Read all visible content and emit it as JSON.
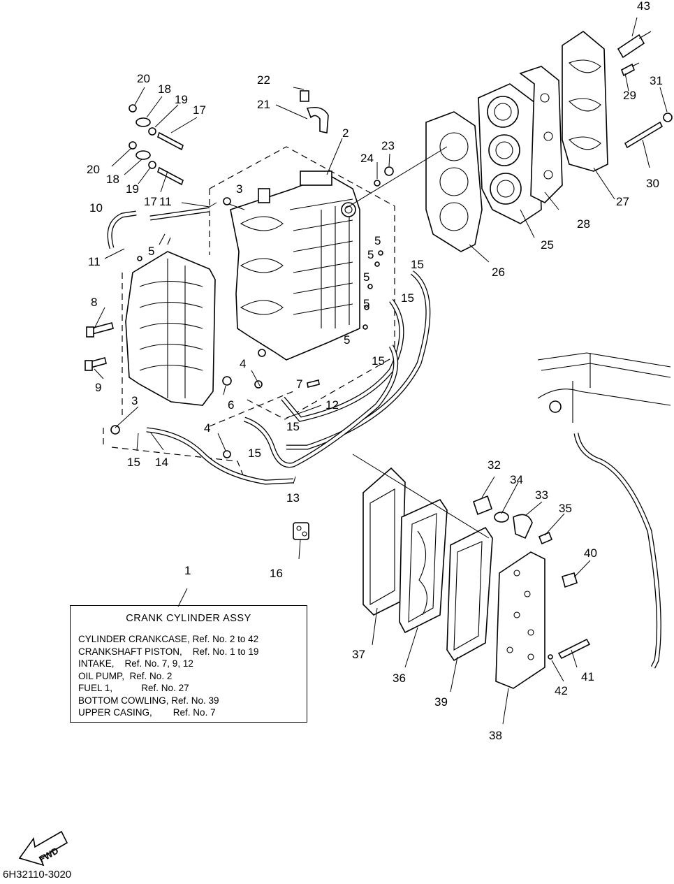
{
  "callouts": [
    {
      "id": "1",
      "label": "1"
    },
    {
      "id": "2",
      "label": "2"
    },
    {
      "id": "3a",
      "label": "3"
    },
    {
      "id": "3b",
      "label": "3"
    },
    {
      "id": "4a",
      "label": "4"
    },
    {
      "id": "4b",
      "label": "4"
    },
    {
      "id": "5a",
      "label": "5"
    },
    {
      "id": "5b",
      "label": "5"
    },
    {
      "id": "5c",
      "label": "5"
    },
    {
      "id": "5d",
      "label": "5"
    },
    {
      "id": "5e",
      "label": "5"
    },
    {
      "id": "5f",
      "label": "5"
    },
    {
      "id": "6",
      "label": "6"
    },
    {
      "id": "7",
      "label": "7"
    },
    {
      "id": "8",
      "label": "8"
    },
    {
      "id": "9",
      "label": "9"
    },
    {
      "id": "10",
      "label": "10"
    },
    {
      "id": "11a",
      "label": "11"
    },
    {
      "id": "11b",
      "label": "11"
    },
    {
      "id": "12",
      "label": "12"
    },
    {
      "id": "13",
      "label": "13"
    },
    {
      "id": "14",
      "label": "14"
    },
    {
      "id": "15a",
      "label": "15"
    },
    {
      "id": "15b",
      "label": "15"
    },
    {
      "id": "15c",
      "label": "15"
    },
    {
      "id": "15d",
      "label": "15"
    },
    {
      "id": "15e",
      "label": "15"
    },
    {
      "id": "15f",
      "label": "15"
    },
    {
      "id": "16",
      "label": "16"
    },
    {
      "id": "17a",
      "label": "17"
    },
    {
      "id": "17b",
      "label": "17"
    },
    {
      "id": "18a",
      "label": "18"
    },
    {
      "id": "18b",
      "label": "18"
    },
    {
      "id": "19a",
      "label": "19"
    },
    {
      "id": "19b",
      "label": "19"
    },
    {
      "id": "20a",
      "label": "20"
    },
    {
      "id": "20b",
      "label": "20"
    },
    {
      "id": "21",
      "label": "21"
    },
    {
      "id": "22",
      "label": "22"
    },
    {
      "id": "23",
      "label": "23"
    },
    {
      "id": "24",
      "label": "24"
    },
    {
      "id": "25",
      "label": "25"
    },
    {
      "id": "26",
      "label": "26"
    },
    {
      "id": "27",
      "label": "27"
    },
    {
      "id": "28",
      "label": "28"
    },
    {
      "id": "29",
      "label": "29"
    },
    {
      "id": "30",
      "label": "30"
    },
    {
      "id": "31",
      "label": "31"
    },
    {
      "id": "32",
      "label": "32"
    },
    {
      "id": "33",
      "label": "33"
    },
    {
      "id": "34",
      "label": "34"
    },
    {
      "id": "35",
      "label": "35"
    },
    {
      "id": "36",
      "label": "36"
    },
    {
      "id": "37",
      "label": "37"
    },
    {
      "id": "38",
      "label": "38"
    },
    {
      "id": "39",
      "label": "39"
    },
    {
      "id": "40",
      "label": "40"
    },
    {
      "id": "41",
      "label": "41"
    },
    {
      "id": "42",
      "label": "42"
    },
    {
      "id": "43",
      "label": "43"
    }
  ],
  "legend": {
    "title": "CRANK  CYLINDER ASSY",
    "rows": [
      {
        "name": "CYLINDER CRANKCASE,",
        "ref": "Ref. No. 2 to 42"
      },
      {
        "name": "CRANKSHAFT PISTON,",
        "ref": "Ref. No. 1 to 19"
      },
      {
        "name": "INTAKE,",
        "ref": "Ref. No. 7, 9, 12"
      },
      {
        "name": "OIL PUMP,",
        "ref": "Ref. No. 2"
      },
      {
        "name": "FUEL 1,",
        "ref": "Ref. No. 27"
      },
      {
        "name": "BOTTOM COWLING,",
        "ref": "Ref. No. 39"
      },
      {
        "name": "UPPER CASING,",
        "ref": "Ref. No. 7"
      }
    ]
  },
  "direction_marker": "FWD",
  "document_code": "6H32110-3020"
}
